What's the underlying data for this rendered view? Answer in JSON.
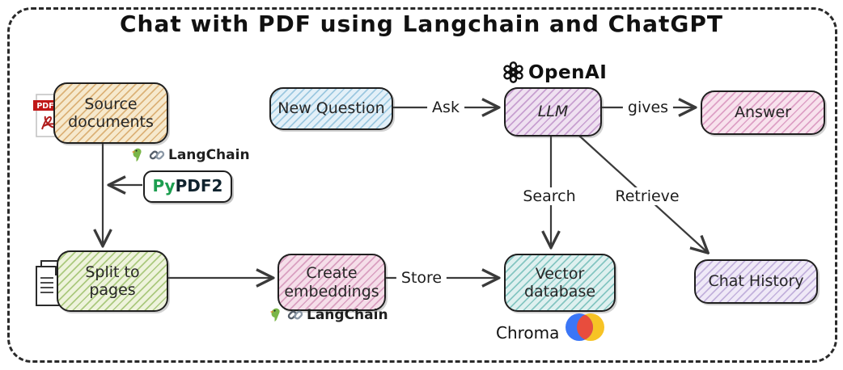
{
  "title": "Chat with PDF using Langchain and ChatGPT",
  "nodes": {
    "source_documents": {
      "label": "Source documents"
    },
    "split_to_pages": {
      "label": "Split to pages"
    },
    "create_embeddings": {
      "label": "Create embeddings"
    },
    "vector_database": {
      "label": "Vector database"
    },
    "new_question": {
      "label": "New Question"
    },
    "llm": {
      "label": "LLM"
    },
    "answer": {
      "label": "Answer"
    },
    "chat_history": {
      "label": "Chat History"
    },
    "pypdf2": {
      "label_prefix": "Py",
      "label_suffix": "PDF2"
    }
  },
  "edge_labels": {
    "ask": "Ask",
    "gives": "gives",
    "search": "Search",
    "retrieve": "Retrieve",
    "store": "Store"
  },
  "annotations": {
    "langchain_splitter": "LangChain",
    "langchain_embeddings": "LangChain",
    "openai": "OpenAI",
    "chroma": "Chroma",
    "pdf_icon_text": "PDF"
  },
  "icons": {
    "pdf": "pdf-file-icon",
    "pages": "document-pages-icon",
    "parrot": "parrot-icon",
    "chain": "chain-link-icon",
    "openai": "openai-logo-icon",
    "chroma": "chroma-logo-icon"
  },
  "colors": {
    "background": "#ffffff",
    "frame_dash": "#2a2a2a",
    "arrow": "#3a3a3a",
    "node_border": "#1f1f1f",
    "source_fill": "#f6e9cd",
    "source_stripe": "#dcb278",
    "split_fill": "#eef3dc",
    "split_stripe": "#abc97e",
    "new_question_fill": "#e3f0f8",
    "new_question_stripe": "#9cc8e0",
    "llm_fill": "#efe1f1",
    "llm_stripe": "#c79fd0",
    "answer_fill": "#f8e2ed",
    "answer_stripe": "#dda0c5",
    "create_fill": "#f5dee9",
    "create_stripe": "#d99fc0",
    "vector_fill": "#def0ef",
    "vector_stripe": "#85c6c2",
    "chat_fill": "#efe9f7",
    "chat_stripe": "#c2b1dc",
    "pypdf2_green": "#1d9e50",
    "pdf_red": "#c01818",
    "chroma_blue": "#3b76f6",
    "chroma_yellow": "#f7c325",
    "chroma_red": "#e84d3d",
    "parrot_green": "#7ab648"
  }
}
